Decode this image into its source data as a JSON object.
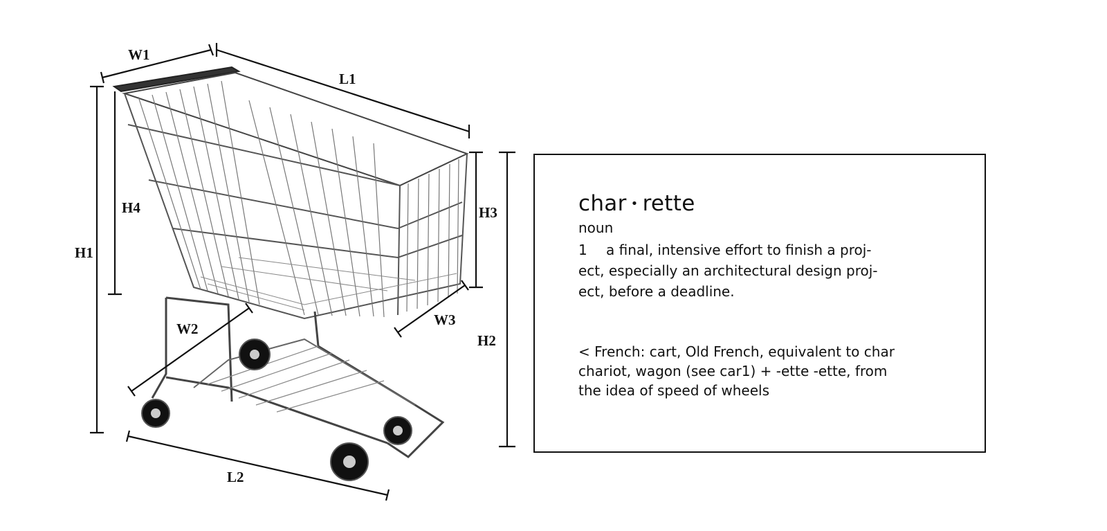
{
  "dimensions": {
    "w1": "W1",
    "l1": "L1",
    "h1": "H1",
    "h4": "H4",
    "h3": "H3",
    "h2": "H2",
    "w2": "W2",
    "w3": "W3",
    "l2": "L2"
  },
  "definition": {
    "headword_a": "char",
    "separator": "•",
    "headword_b": "rette",
    "part_of_speech": "noun",
    "sense_number": "1",
    "sense_line_1": "a final, intensive effort to finish a proj-",
    "sense_line_2": "ect, especially an architectural design proj-",
    "sense_line_3": "ect, before a deadline.",
    "etymology_line_1": "< French: cart, Old French, equivalent to char",
    "etymology_line_2": "chariot, wagon (see car1) + -ette -ette, from",
    "etymology_line_3": "the idea of speed of wheels"
  }
}
